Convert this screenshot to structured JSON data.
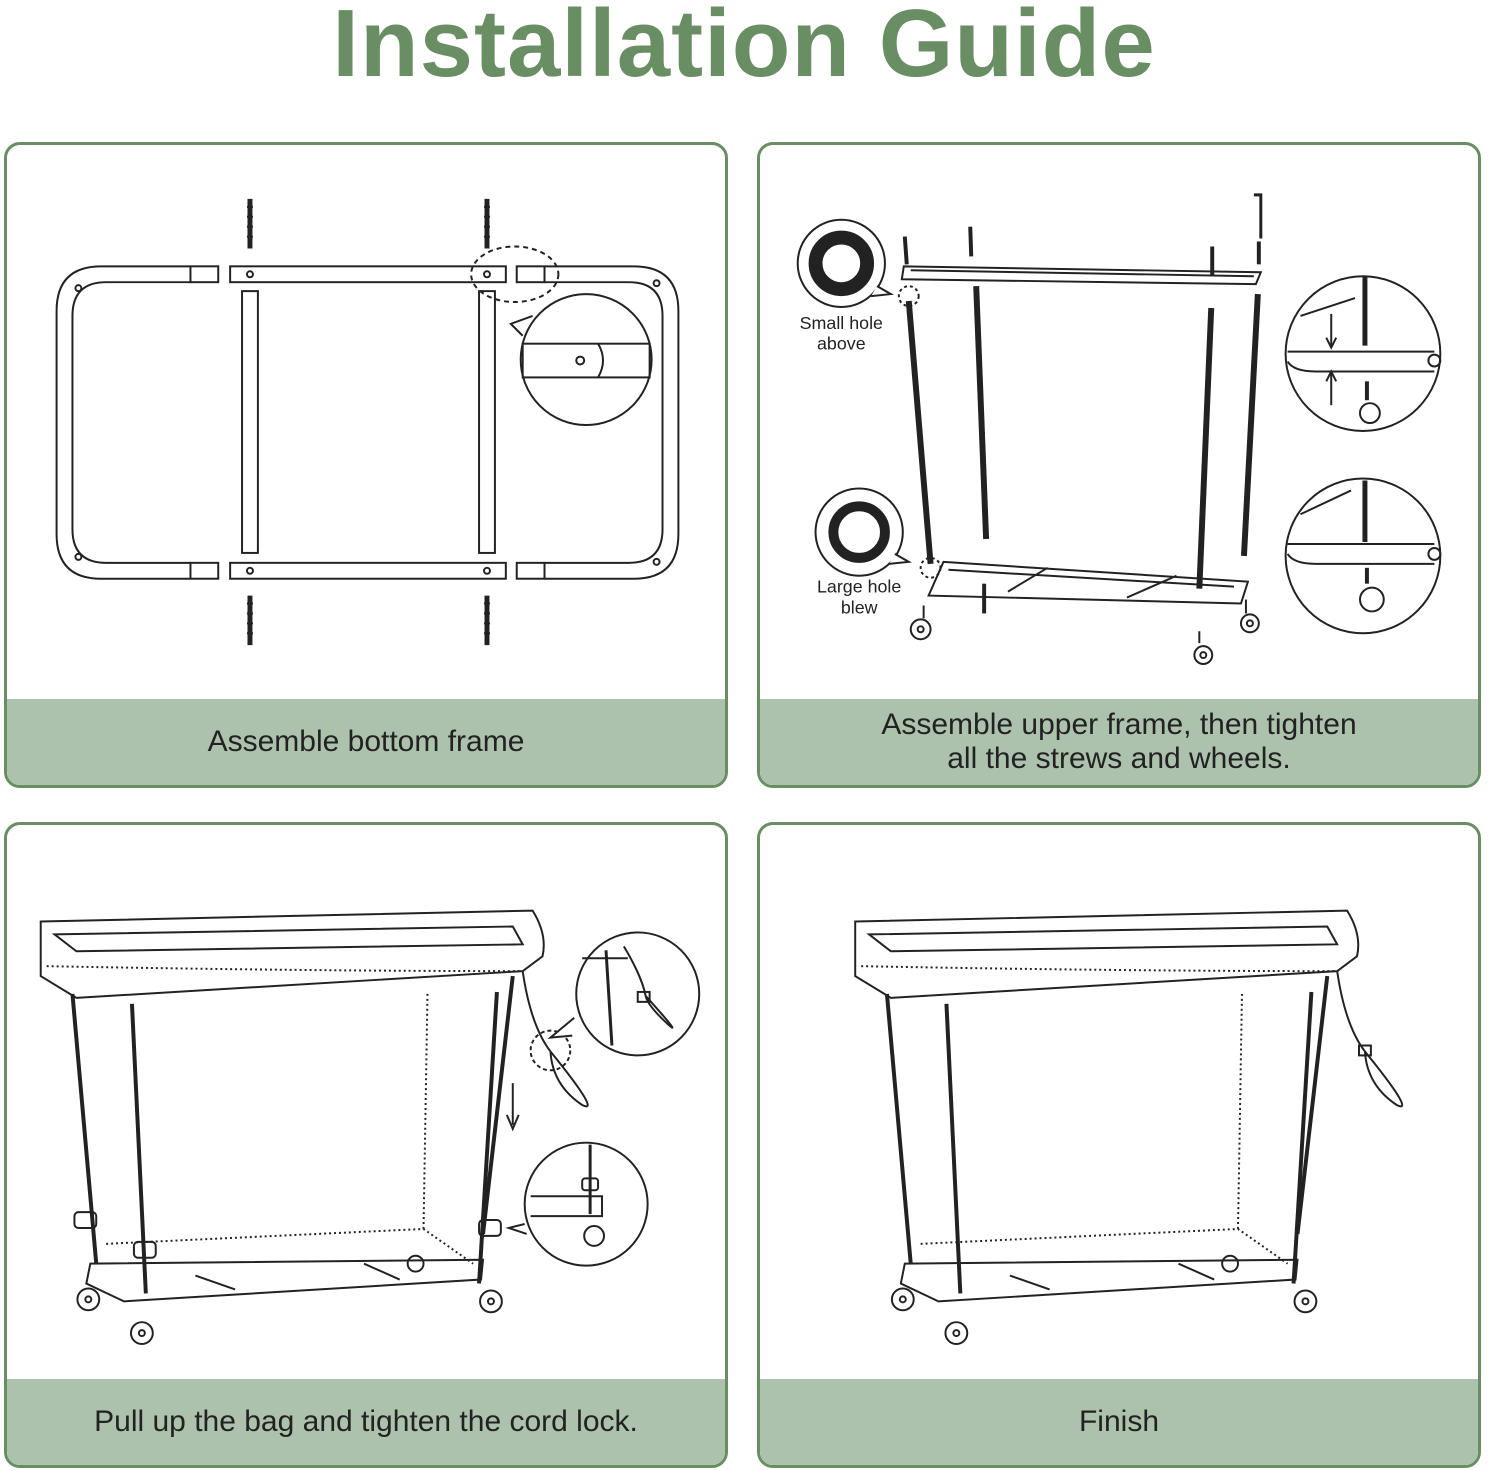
{
  "title": "Installation Guide",
  "colors": {
    "accent": "#6a8e63",
    "caption_bg": "#adc2ac"
  },
  "steps": [
    {
      "caption": "Assemble bottom frame"
    },
    {
      "caption": "Assemble upper frame, then tighten\nall the strews and wheels.",
      "labels": {
        "small_hole": "Small hole\nabove",
        "large_hole": "Large hole\nblew"
      }
    },
    {
      "caption": "Pull up the bag and tighten the cord lock."
    },
    {
      "caption": "Finish"
    }
  ]
}
